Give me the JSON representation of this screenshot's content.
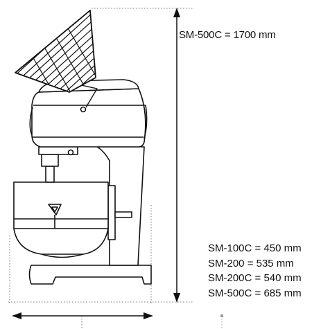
{
  "dimensions": {
    "height_label": "SM-500C = 1700 mm",
    "width_labels": [
      "SM-100C = 450 mm",
      "SM-200 = 535 mm",
      "SM-200C = 540 mm",
      "SM-500C = 685 mm"
    ]
  },
  "colors": {
    "line": "#111111",
    "dotted_guide": "#999999"
  }
}
